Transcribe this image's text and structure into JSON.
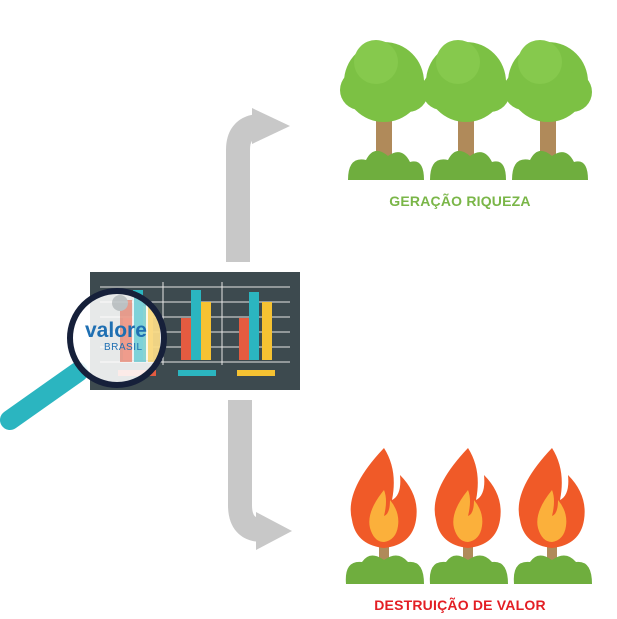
{
  "labels": {
    "wealth": "GERAÇÃO RIQUEZA",
    "destruction": "DESTRUIÇÃO DE VALOR"
  },
  "logo": {
    "name": "valore",
    "subtitle": "BRASIL"
  },
  "icons": [
    "magnifier-icon",
    "bar-chart-icon",
    "tree-icon",
    "fire-icon",
    "arrow-up-icon",
    "arrow-down-icon"
  ],
  "colors": {
    "wealth_label": "#7ab648",
    "destruction_label": "#e31e24",
    "arrow": "#c8c8c8",
    "tree_foliage": "#7cc144",
    "tree_trunk": "#b08a5a",
    "bush": "#6fae3e",
    "flame_outer": "#f05a28",
    "flame_inner": "#fbb03b",
    "board": "#3d4a4f",
    "magnifier_handle": "#2bb5c0",
    "logo_blue": "#1f6fb2"
  }
}
